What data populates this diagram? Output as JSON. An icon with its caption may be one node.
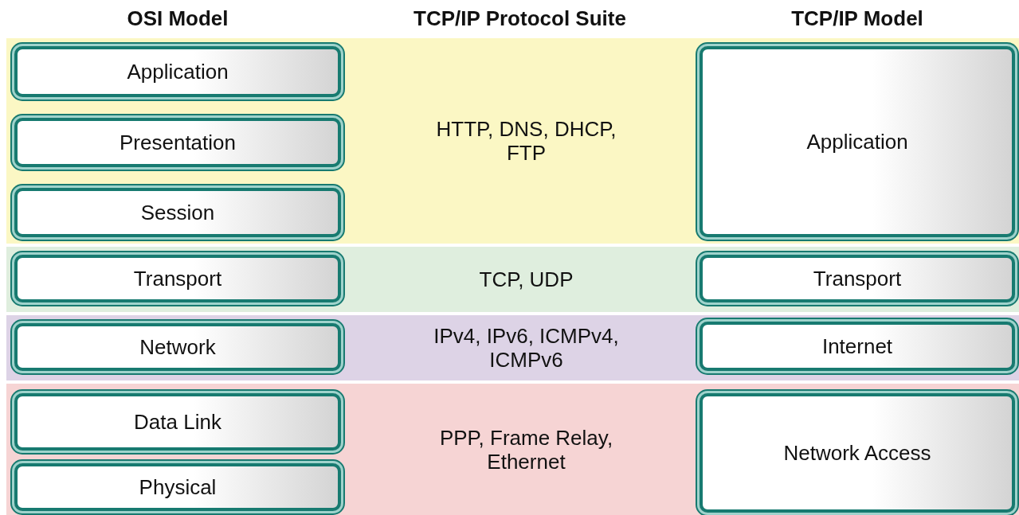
{
  "diagram": {
    "nodes": [
      {
        "text": [
          "HTTP, DNS, DHCP, FTP"
        ]
      },
      {
        "text": [
          "Application"
        ],
        "in": 0
      },
      {
        "text": [
          "Presentation"
        ],
        "in": 0
      },
      {
        "text": [
          "Session"
        ],
        "in": 0
      },
      {
        "text": [
          "Application"
        ],
        "in": 0
      },
      {
        "text": [
          "TCP, UDP"
        ]
      },
      {
        "text": [
          "Transport"
        ],
        "in": 5
      },
      {
        "text": [
          "Transport"
        ],
        "in": 5
      },
      {
        "text": [
          "IPv4, IPv6, ICMPv4, ICMPv6"
        ]
      },
      {
        "text": [
          "Network"
        ],
        "in": 8
      },
      {
        "text": [
          "Internet"
        ],
        "in": 8
      },
      {
        "text": [
          "PPP, Frame Relay, Ethernet"
        ]
      },
      {
        "text": [
          "Data Link"
        ],
        "in": 11
      },
      {
        "text": [
          "Physical"
        ],
        "in": 11
      },
      {
        "text": [
          "Network Access"
        ],
        "in": 11
      }
    ],
    "labels": [
      "OSI Model",
      "TCP/IP Protocol Suite",
      "TCP/IP Model"
    ]
  }
}
